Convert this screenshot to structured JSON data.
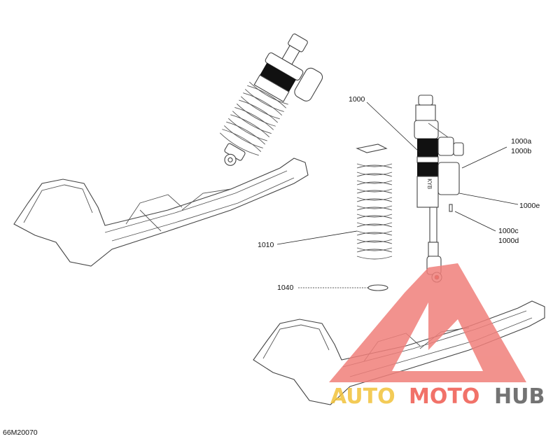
{
  "diagram_code": "66M20070",
  "callouts": {
    "c1000": "1000",
    "c1000a": "1000a",
    "c1000b": "1000b",
    "c1000e": "1000e",
    "c1000c": "1000c",
    "c1000d": "1000d",
    "c1010": "1010",
    "c1040": "1040"
  },
  "watermark": {
    "part1": "AUTO",
    "part2": "MOTO",
    "part3": "HUB",
    "color_auto": "#f2c23a",
    "color_moto": "#ef5a4f",
    "color_hub": "#5b5b5b",
    "triangle_color": "#f07f7a"
  },
  "shock_brand": "KYB"
}
